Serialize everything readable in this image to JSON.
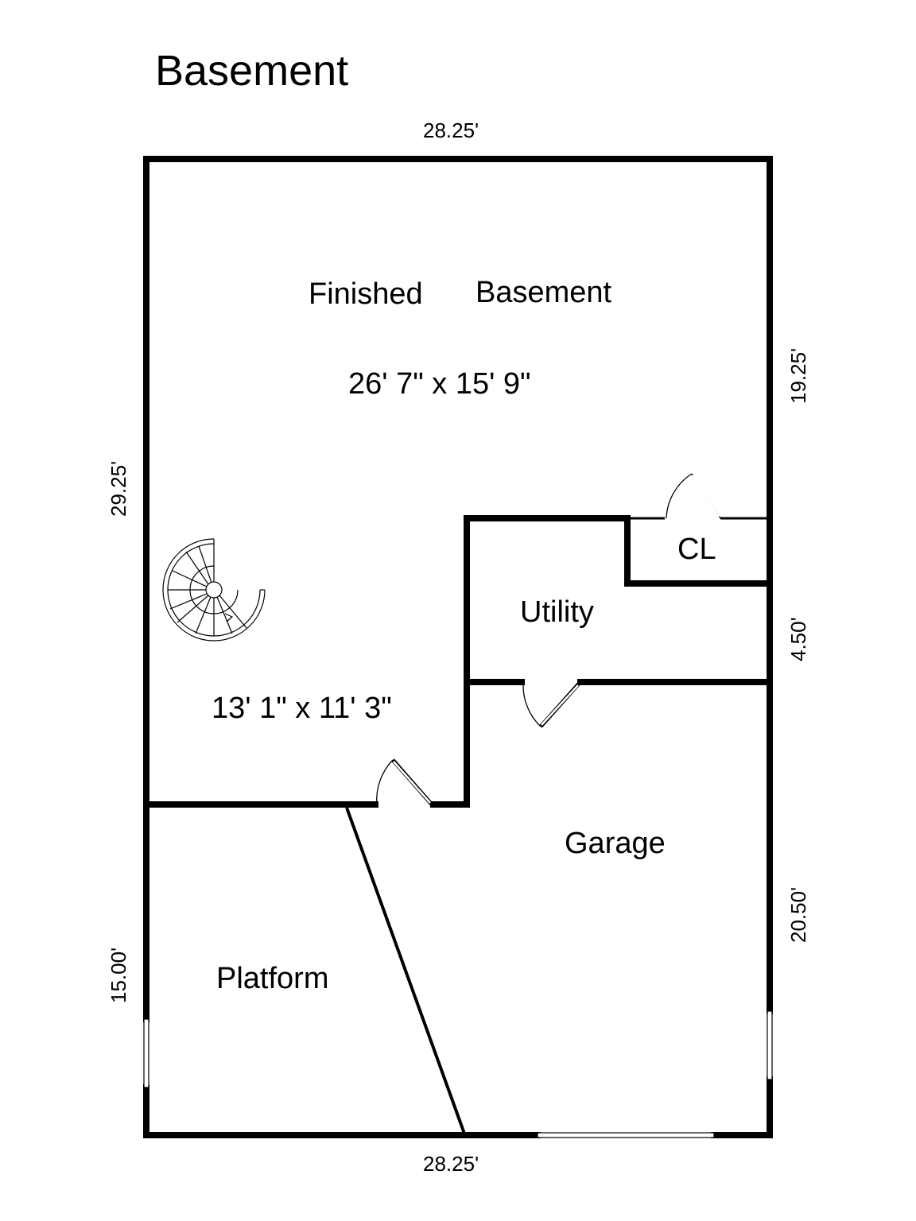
{
  "title": "Basement",
  "rooms": {
    "finished_basement_word1": "Finished",
    "finished_basement_word2": "Basement",
    "finished_basement_dims": "26' 7\" x 15' 9\"",
    "lower_area_dims": "13' 1\" x 11' 3\"",
    "utility": "Utility",
    "closet": "CL",
    "garage": "Garage",
    "platform": "Platform"
  },
  "measurements": {
    "top": "28.25'",
    "bottom": "28.25'",
    "left_upper": "29.25'",
    "left_lower": "15.00'",
    "right_upper": "19.25'",
    "right_middle": "4.50'",
    "right_lower": "20.50'"
  }
}
